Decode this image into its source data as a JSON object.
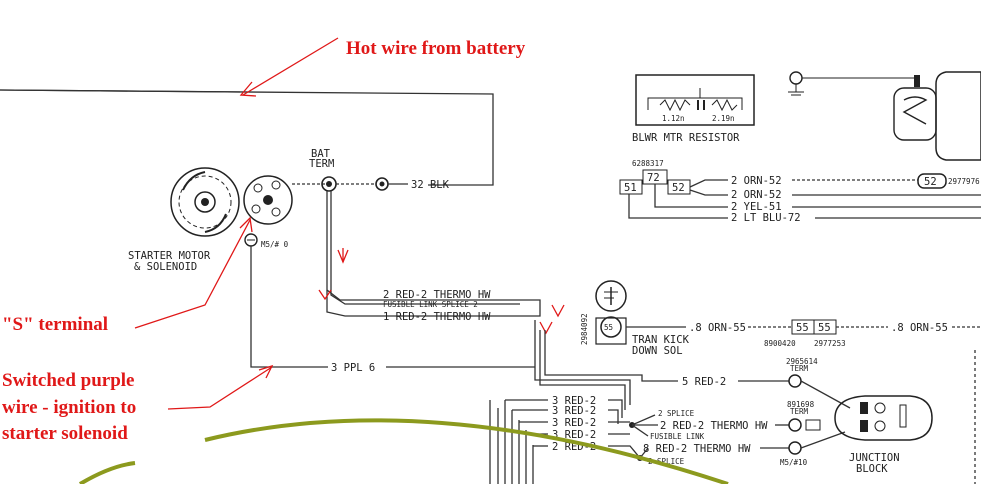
{
  "annotations": {
    "hot_wire": "Hot wire from battery",
    "s_terminal": "\"S\" terminal",
    "switched_line1": "Switched purple",
    "switched_line2": "wire - ignition to",
    "switched_line3": "starter solenoid"
  },
  "labels": {
    "bat_term_1": "BAT",
    "bat_term_2": "TERM",
    "blk_wire": "32 BLK",
    "starter_1": "STARTER MOTOR",
    "starter_2": "& SOLENOID",
    "m5_ground": "M5/# 0",
    "thermo_top": "2 RED-2 THERMO HW",
    "fusible_splice": "FUSIBLE LINK SPLICE 2",
    "thermo_bottom": "1 RED-2 THERMO HW",
    "ppl_wire": "3 PPL 6",
    "red2_a": "3 RED-2",
    "red2_b": "3 RED-2",
    "red2_c": "3 RED-2",
    "red2_d": "3 RED-2",
    "red2_e": "2 RED-2",
    "blower_resistor": "BLWR MTR RESISTOR",
    "res_val_1": "1.12n",
    "res_val_2": "2.19n",
    "part_6288317": "6288317",
    "conn_51": "51",
    "conn_72": "72",
    "conn_52": "52",
    "orn52_a": "2 ORN-52",
    "orn52_b": "2 ORN-52",
    "yel51": "2 YEL-51",
    "ltblu72": "2 LT BLU-72",
    "conn_52_right": "52",
    "part_2977976": "2977976",
    "tran_kick_1": "TRAN KICK",
    "tran_kick_2": "DOWN SOL",
    "sol_55": "55",
    "part_2984092": "2984092",
    "orn55_left": ".8 ORN-55",
    "conn_55a": "55",
    "conn_55b": "55",
    "orn55_right": ".8 ORN-55",
    "part_8900420": "8900420",
    "part_2977253": "2977253",
    "red2_5": "5 RED-2",
    "term_2965614": "2965614",
    "term_word": "TERM",
    "term_891698": "891698",
    "term_word_b": "TERM",
    "splice_2": "2 SPLICE",
    "thermo_j1": "2 RED-2 THERMO HW",
    "fusible_link": "FUSIBLE LINK",
    "thermo_j2": "8 RED-2 THERMO HW",
    "splice_2b": "2 SPLICE",
    "m5_10": "M5/#10",
    "junction_1": "JUNCTION",
    "junction_2": "BLOCK"
  },
  "colors": {
    "annotation_red": "#e01818",
    "wire_black": "#333333",
    "olive_arc": "#8c9a1e"
  }
}
